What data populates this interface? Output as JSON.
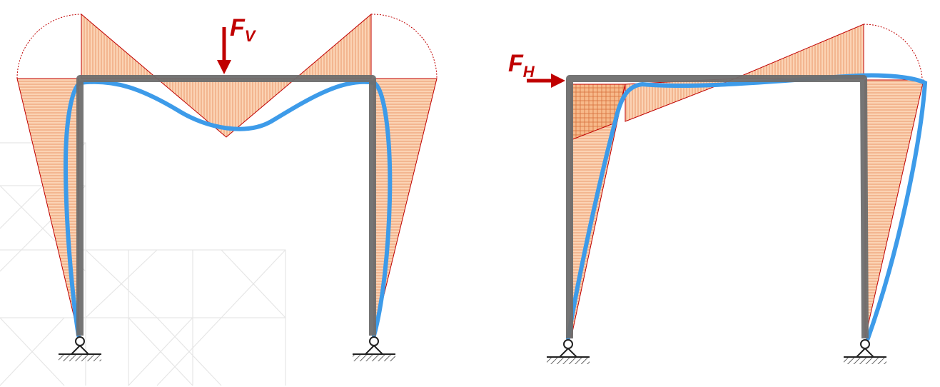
{
  "colors": {
    "frame": "#6e6e6e",
    "deflection": "#3d9be9",
    "moment_fill": "#fbd3b4",
    "moment_line": "#c00000",
    "force": "#c00000",
    "watermark": "#e8e8e8"
  },
  "left_frame": {
    "load_label": "F",
    "load_subscript": "V"
  },
  "right_frame": {
    "load_label": "F",
    "load_subscript": "H"
  }
}
